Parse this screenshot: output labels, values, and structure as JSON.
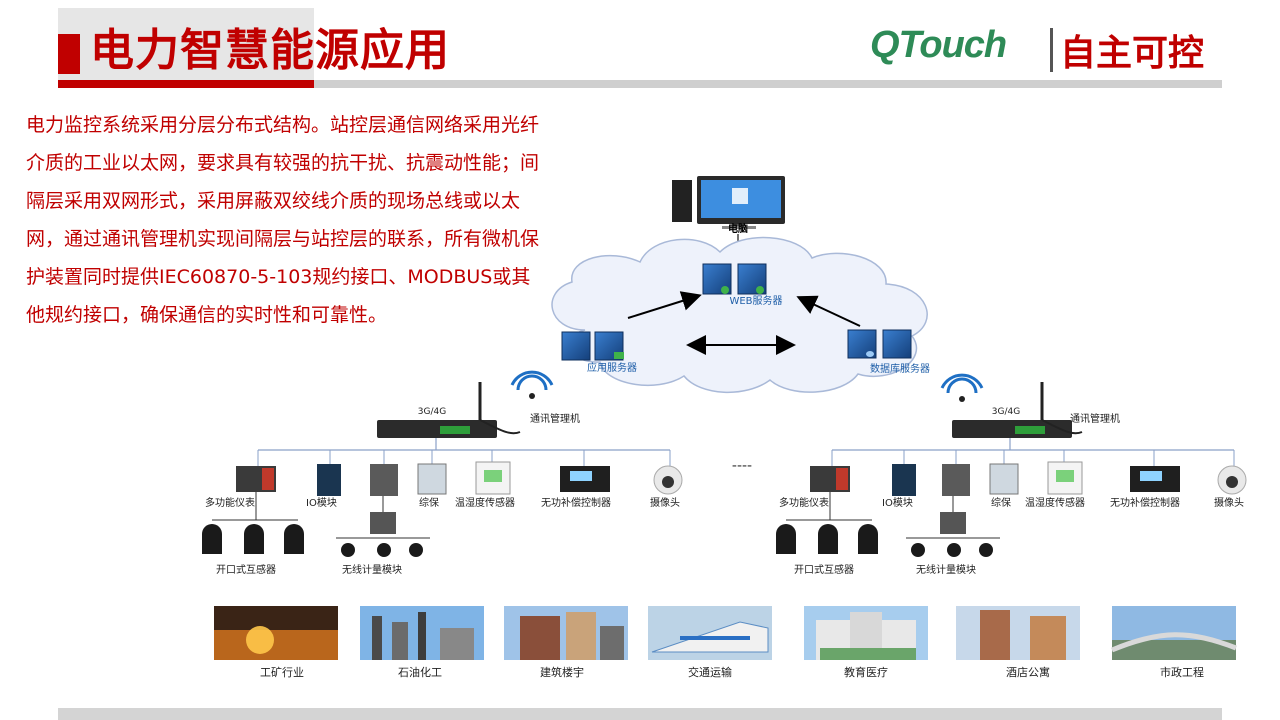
{
  "header": {
    "title": "电力智慧能源应用",
    "logo_brand": "QTouch",
    "logo_slogan": "自主可控"
  },
  "description": "电力监控系统采用分层分布式结构。站控层通信网络采用光纤介质的工业以太网，要求具有较强的抗干扰、抗震动性能；间隔层采用双网形式，采用屏蔽双绞线介质的现场总线或以太网，通过通讯管理机实现间隔层与站控层的联系，所有微机保护装置同时提供IEC60870-5-103规约接口、MODBUS或其他规约接口，确保通信的实时性和可靠性。",
  "diagram": {
    "computer_label": "电脑",
    "web_server_label": "WEB服务器",
    "app_server_label": "应用服务器",
    "db_server_label": "数据库服务器",
    "ellipsis": "----",
    "left_group": {
      "network": "3G/4G",
      "gateway": "通讯管理机",
      "devices": [
        "多功能仪表",
        "IO模块",
        "综保",
        "温湿度传感器",
        "无功补偿控制器",
        "摄像头"
      ],
      "ct_label": "开口式互感器",
      "wireless_label": "无线计量模块"
    },
    "right_group": {
      "network": "3G/4G",
      "gateway": "通讯管理机",
      "devices": [
        "多功能仪表",
        "IO模块",
        "综保",
        "温湿度传感器",
        "无功补偿控制器",
        "摄像头"
      ],
      "ct_label": "开口式互感器",
      "wireless_label": "无线计量模块"
    }
  },
  "industries": [
    "工矿行业",
    "石油化工",
    "建筑楼宇",
    "交通运输",
    "教育医疗",
    "酒店公寓",
    "市政工程"
  ],
  "colors": {
    "brand_red": "#c00000",
    "logo_green": "#2e8b57",
    "cloud_fill": "#eef2fb",
    "server_blue": "#1f5fa8"
  }
}
